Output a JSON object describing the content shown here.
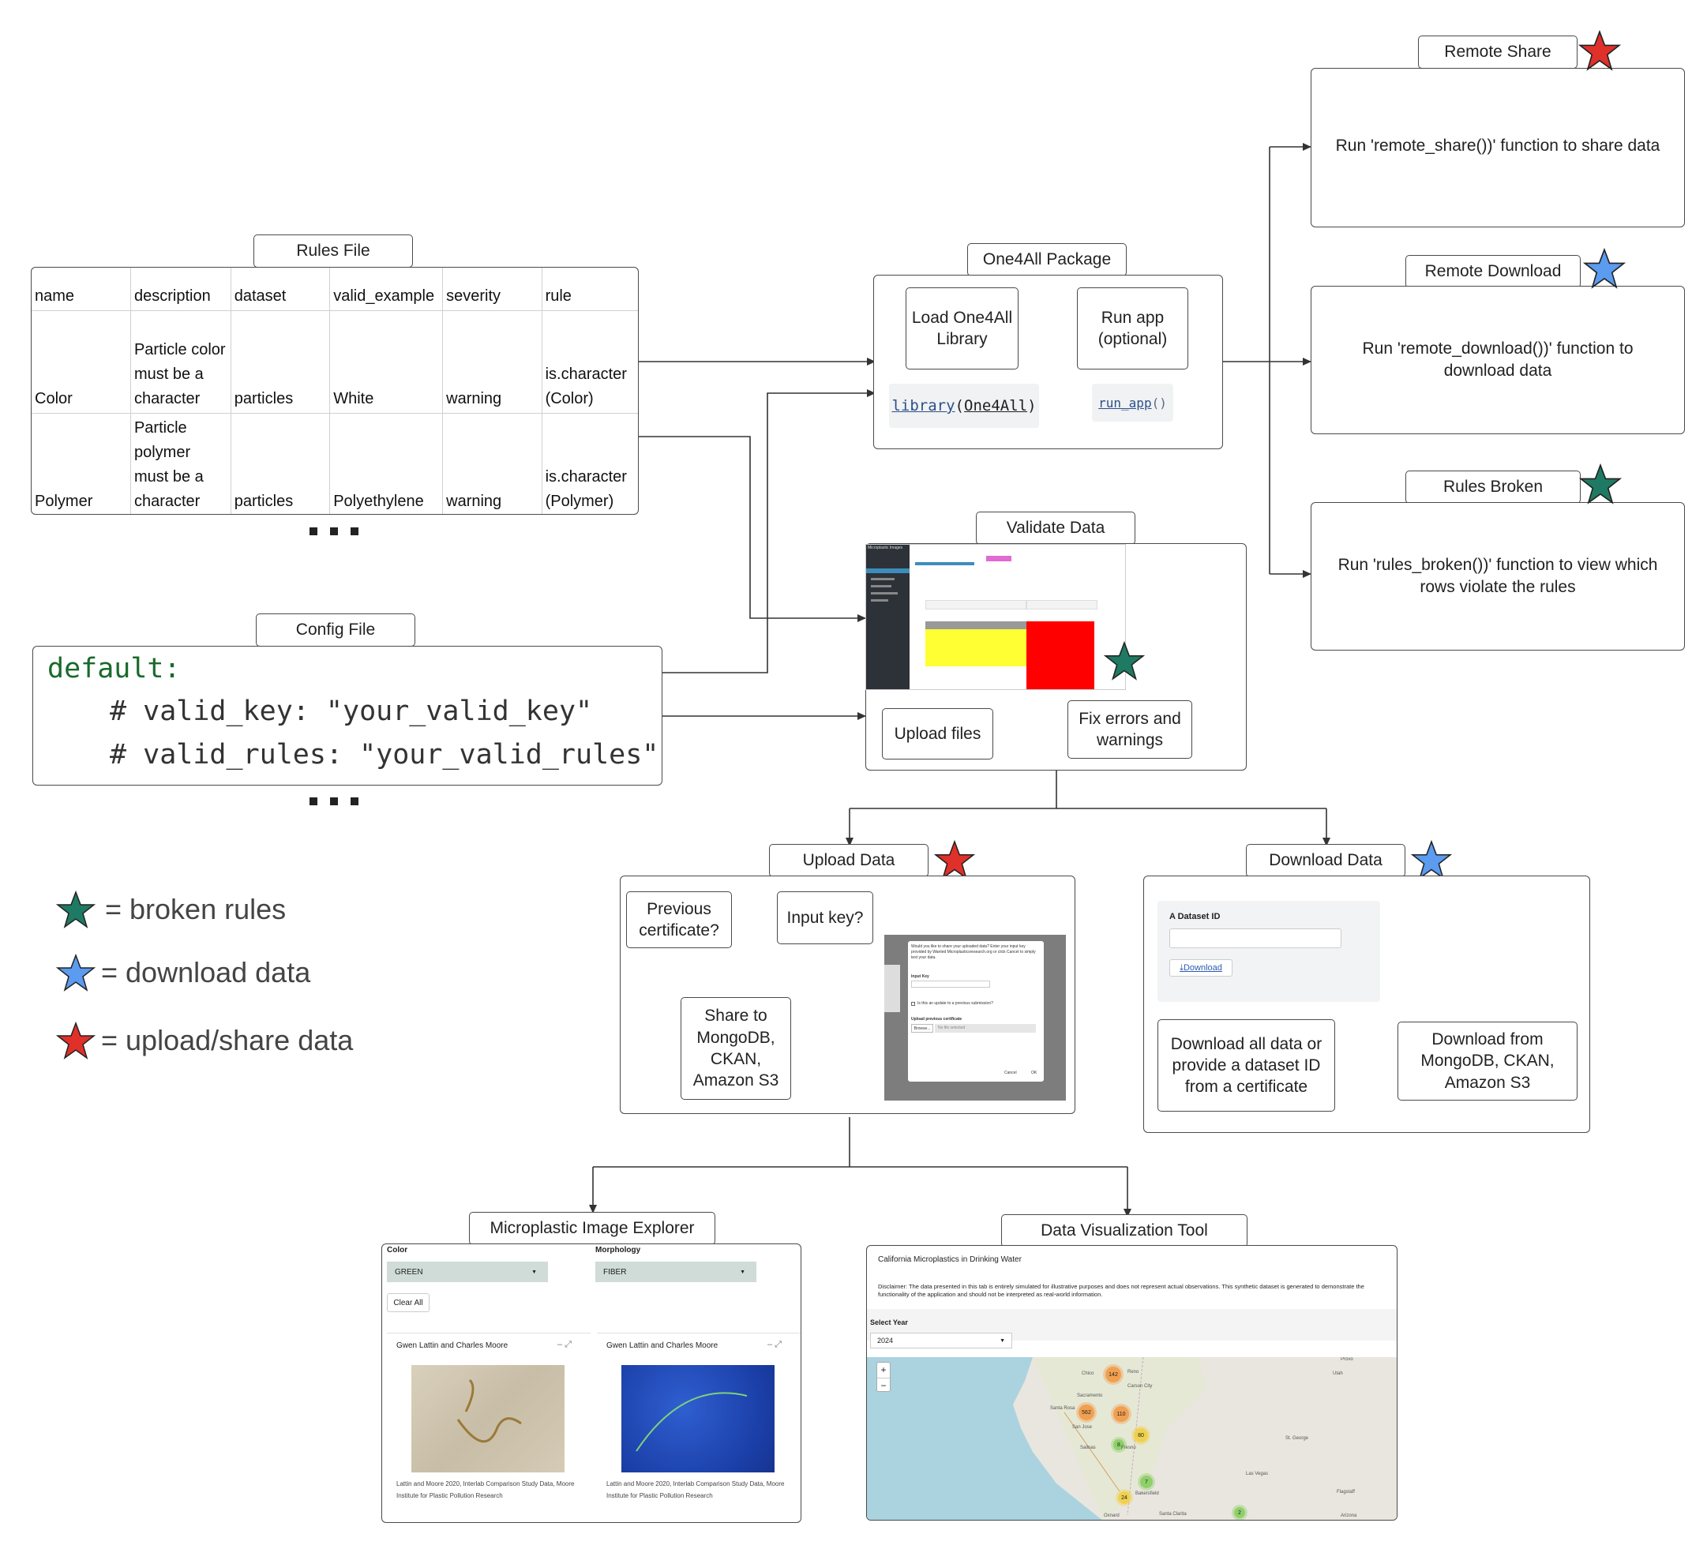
{
  "rules_file": {
    "tab": "Rules File",
    "columns": [
      "name",
      "description",
      "dataset",
      "valid_example",
      "severity",
      "rule"
    ],
    "rows": [
      [
        "Color",
        "Particle color must be a character",
        "particles",
        "White",
        "warning",
        "is.character (Color)"
      ],
      [
        "Polymer",
        "Particle polymer must be a character",
        "particles",
        "Polyethylene",
        "warning",
        "is.character (Polymer)"
      ]
    ]
  },
  "config_file": {
    "tab": "Config File",
    "line1": "default:",
    "line2": "# valid_key: \"your_valid_key\"",
    "line3": "# valid_rules: \"your_valid_rules\""
  },
  "package": {
    "tab": "One4All Package",
    "load": "Load One4All Library",
    "run": "Run app (optional)",
    "code_load_fn": "library",
    "code_load_arg": "One4All",
    "code_run_fn": "run_app",
    "code_run_paren": "()"
  },
  "remote_share": {
    "tab": "Remote Share",
    "text": "Run 'remote_share())' function to share data"
  },
  "remote_download": {
    "tab": "Remote Download",
    "text": "Run 'remote_download())' function to download data"
  },
  "rules_broken": {
    "tab": "Rules Broken",
    "text": "Run 'rules_broken())' function to view which rows violate the rules"
  },
  "validate": {
    "tab": "Validate Data",
    "upload": "Upload files",
    "fix": "Fix errors and warnings",
    "screenshot_title": "Microplastic Images"
  },
  "upload_data": {
    "tab": "Upload Data",
    "previous": "Previous certificate?",
    "input_key": "Input key?",
    "share": "Share to MongoDB, CKAN, Amazon S3",
    "dialog_text": "Would you like to share your uploaded data? Enter your input key provided by Wanted Microplasticsresearch.org or click Cancel to simply test your data.",
    "dialog_input_label": "Input Key",
    "dialog_question": "Is this an update to a previous submission?",
    "dialog_upload_label": "Upload previous certificate",
    "dialog_browse": "Browse...",
    "dialog_nofile": "No file selected",
    "dialog_cancel": "Cancel",
    "dialog_ok": "OK"
  },
  "download_data": {
    "tab": "Download Data",
    "field_label": "A Dataset ID",
    "download_btn": "Download",
    "all": "Download all data or provide a dataset ID from a certificate",
    "from": "Download from MongoDB, CKAN, Amazon S3"
  },
  "legend": {
    "broken": "= broken rules",
    "download": "= download data",
    "upload": "= upload/share data"
  },
  "explorer": {
    "tab": "Microplastic Image Explorer",
    "color_label": "Color",
    "color_value": "GREEN",
    "morph_label": "Morphology",
    "morph_value": "FIBER",
    "clear": "Clear All",
    "card1_title": "Gwen Lattin and Charles Moore",
    "card2_title": "Gwen Lattin and Charles Moore",
    "card1_caption": "Lattin and Moore 2020, Interlab Comparison Study Data, Moore Institute for Plastic Pollution Research",
    "card2_caption": "Lattin and Moore 2020, Interlab Comparison Study Data, Moore Institute for Plastic Pollution Research"
  },
  "viz": {
    "tab": "Data Visualization Tool",
    "title": "California Microplastics in Drinking Water",
    "disclaimer": "Disclaimer: The data presented in this tab is entirely simulated for illustrative purposes and does not represent actual observations. This synthetic dataset is generated to demonstrate the functionality of the application and should not be interpreted as real-world information.",
    "year_label": "Select Year",
    "year_value": "2024",
    "zoom_in": "+",
    "zoom_out": "−",
    "clusters": [
      "142",
      "562",
      "110",
      "80",
      "7",
      "24",
      "8",
      "2"
    ],
    "cities": [
      "Chico",
      "Reno",
      "Sacramento",
      "Carson City",
      "Santa Rosa",
      "San Jose",
      "Fresno",
      "Salinas",
      "Bakersfield",
      "Las Vegas",
      "St. George",
      "Flagstaff",
      "Oxnard",
      "Santa Clarita",
      "Arizona",
      "Provo",
      "Utah"
    ]
  },
  "colors": {
    "star_red": "#e0302a",
    "star_blue": "#5b9bf0",
    "star_green": "#1f7a63",
    "stroke": "#4a4a4a",
    "code_green": "#1a6a2a"
  }
}
